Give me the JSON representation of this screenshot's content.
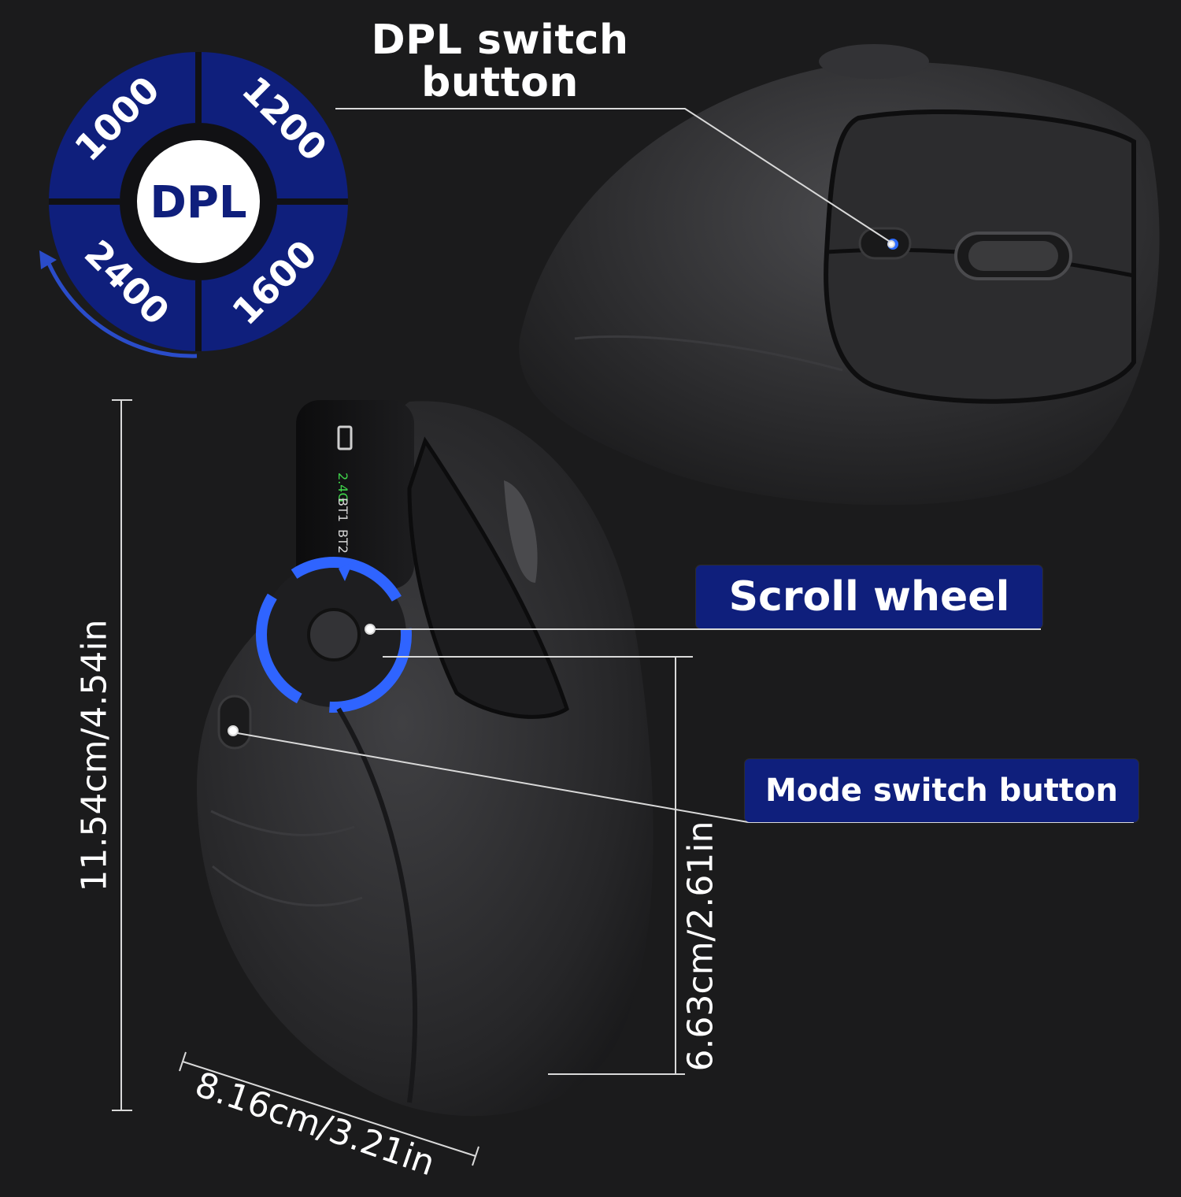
{
  "dpl_dial": {
    "center_label": "DPL",
    "segments": [
      "1000",
      "1200",
      "1600",
      "2400"
    ],
    "color": "#0f1f7c"
  },
  "callouts": {
    "dpl_switch": "DPL switch\nbutton",
    "scroll_wheel": "Scroll wheel",
    "mode_switch": "Mode switch button"
  },
  "dimensions": {
    "height": "11.54cm/4.54in",
    "width": "8.16cm/3.21in",
    "grip_height": "6.63cm/2.61in"
  },
  "mouse_indicators": [
    "2.4G",
    "BT1",
    "BT2"
  ],
  "colors": {
    "background": "#1b1b1c",
    "accent_blue": "#0f1f7c",
    "led_green": "#3fd34b",
    "led_blue": "#2f6cff"
  }
}
